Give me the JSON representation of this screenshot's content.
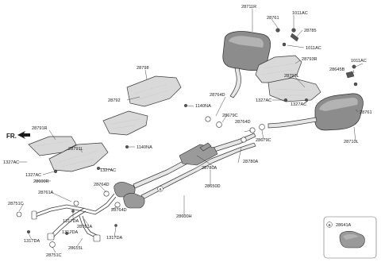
{
  "direction_marker": "FR.",
  "circle_ref": "a",
  "inset": {
    "ref": "a",
    "part": "28641A"
  },
  "labels": {
    "l28711R": "28711R",
    "l1011AC_a": "1011AC",
    "l28761_a": "28761",
    "l28785": "28785",
    "l1011AC_b": "1011AC",
    "l28798": "28798",
    "l28793R": "28793R",
    "l28645B": "28645B",
    "l1011AC_c": "1011AC",
    "l28793L": "28793L",
    "l28792": "28792",
    "l1140NA_a": "1140NA",
    "l1327AC_a": "1327AC",
    "l1327AC_b": "1327AC",
    "l28764D_a": "28764D",
    "l28679C_a": "28679C",
    "l28764D_b": "28764D",
    "l28761_b": "28761",
    "l28679C_b": "28679C",
    "l28791R": "28791R",
    "l28710L": "28710L",
    "l1140NA_b": "1140NA",
    "l28791L": "28791L",
    "l1327AC_c": "1327AC",
    "l1327AC_d": "1327AC",
    "l1327AC_e": "1327AC",
    "l28780A_a": "28780A",
    "l28780A_b": "28780A",
    "l28600R": "28600R",
    "l28764D_c": "28764D",
    "l28761A_a": "28761A",
    "l28650D": "28650D",
    "l28751C_a": "28751C",
    "l28764D_d": "28764D",
    "l28600H": "28600H",
    "l1317DA_a": "1317DA",
    "l28761A_b": "28761A",
    "l1317DA_b": "1317DA",
    "l1317DA_c": "1317DA",
    "l1317DA_d": "1317DA",
    "l28615L": "28615L",
    "l28751C_b": "28751C"
  }
}
